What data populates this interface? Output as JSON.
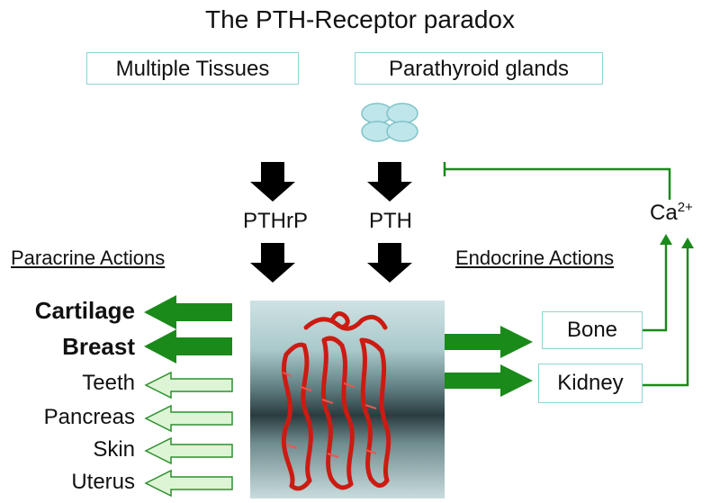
{
  "title": "The PTH-Receptor paradox",
  "sources": {
    "multiple_tissues": "Multiple Tissues",
    "parathyroid": "Parathyroid glands"
  },
  "hormones": {
    "pthrp": "PTHrP",
    "pth": "PTH"
  },
  "headers": {
    "paracrine": "Paracrine Actions",
    "endocrine": "Endocrine Actions"
  },
  "calcium": {
    "base": "Ca",
    "sup": "2+"
  },
  "paracrine_targets": {
    "major": [
      "Cartilage",
      "Breast"
    ],
    "minor": [
      "Teeth",
      "Pancreas",
      "Skin",
      "Uterus"
    ]
  },
  "endocrine_targets": [
    "Bone",
    "Kidney"
  ],
  "colors": {
    "green_strong": "#1a8a1a",
    "green_light": "#ddf5d5",
    "box_border": "#8fd4d4",
    "gland_fill": "#bfe6ea",
    "receptor_red": "#cc1b12"
  }
}
